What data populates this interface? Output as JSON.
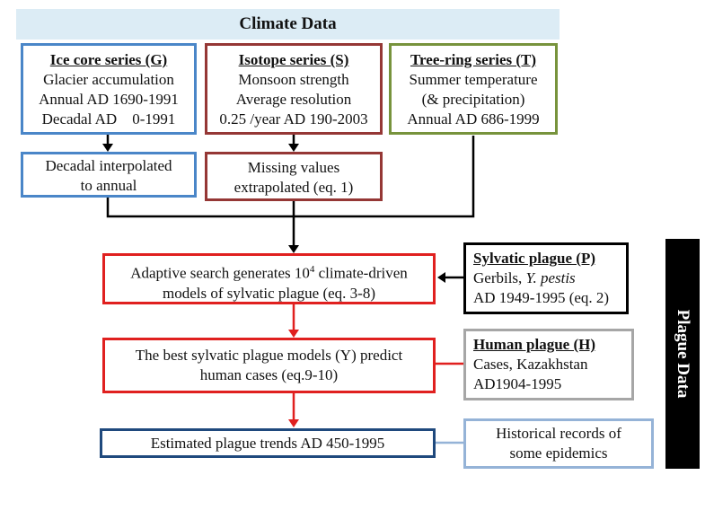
{
  "header": {
    "title": "Climate Data"
  },
  "side_label": "Plague Data",
  "colors": {
    "blue": "#4a86c8",
    "maroon": "#953735",
    "green": "#77933c",
    "red": "#e0201f",
    "black": "#000000",
    "gray": "#a6a6a6",
    "navy": "#1f497d",
    "lightblue": "#95b3d7",
    "banner": "#dcecf5"
  },
  "boxes": {
    "ice_core": {
      "title": "Ice core series (G)",
      "lines": [
        "Glacier accumulation",
        "Annual AD 1690-1991",
        "Decadal AD    0-1991"
      ]
    },
    "isotope": {
      "title": "Isotope series (S)",
      "lines": [
        "Monsoon strength",
        "Average resolution",
        "0.25 /year AD 190-2003"
      ]
    },
    "tree_ring": {
      "title": "Tree-ring series (T)",
      "lines": [
        "Summer temperature",
        "(& precipitation)",
        "Annual AD 686-1999"
      ]
    },
    "decadal": {
      "lines": [
        "Decadal interpolated",
        "to annual"
      ]
    },
    "missing": {
      "lines": [
        "Missing values",
        "extrapolated (eq. 1)"
      ]
    },
    "adaptive": {
      "line1_pre": "Adaptive search generates 10",
      "line1_sup": "4",
      "line1_post": " climate-driven",
      "line2": "models of sylvatic plague (eq. 3-8)"
    },
    "sylvatic": {
      "title": "Sylvatic plague (P)",
      "line1_pre": "Gerbils, ",
      "line1_italic": "Y. pestis",
      "line2": "AD 1949-1995 (eq. 2)"
    },
    "best": {
      "lines": [
        "The best sylvatic plague models (Y) predict",
        "human cases (eq.9-10)"
      ]
    },
    "human": {
      "title": "Human plague (H)",
      "lines": [
        "Cases, Kazakhstan",
        "AD1904-1995"
      ]
    },
    "estimated": {
      "lines": [
        "Estimated plague trends AD 450-1995"
      ]
    },
    "historical": {
      "lines": [
        "Historical records of",
        "some epidemics"
      ]
    }
  }
}
